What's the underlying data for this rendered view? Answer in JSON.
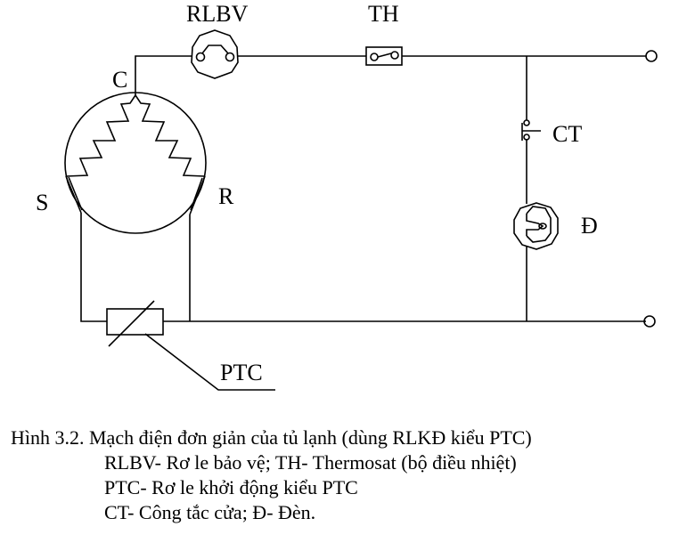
{
  "figure": {
    "labels": {
      "rlbv": "RLBV",
      "th": "TH",
      "c": "C",
      "s": "S",
      "r": "R",
      "ct": "CT",
      "lamp": "Đ",
      "ptc": "PTC"
    },
    "components": [
      {
        "id": "compressor-motor",
        "terminals": [
          "C",
          "S",
          "R"
        ]
      },
      {
        "id": "rlbv",
        "meaning": "Rơ le bảo vệ"
      },
      {
        "id": "th",
        "meaning": "Thermosat (bộ điều nhiệt)"
      },
      {
        "id": "ptc",
        "meaning": "Rơ le khởi động kiểu PTC"
      },
      {
        "id": "ct",
        "meaning": "Công tắc cửa"
      },
      {
        "id": "lamp",
        "meaning": "Đèn"
      }
    ]
  },
  "caption": {
    "title": "Hình 3.2. Mạch điện đơn giản của tủ lạnh (dùng RLKĐ kiểu PTC)",
    "lines": [
      "RLBV- Rơ le bảo vệ; TH- Thermosat (bộ điều nhiệt)",
      "PTC- Rơ le khởi động kiểu PTC",
      "CT- Công tắc cửa; Đ- Đèn."
    ]
  },
  "colors": {
    "line": "#000000",
    "background": "#ffffff"
  }
}
